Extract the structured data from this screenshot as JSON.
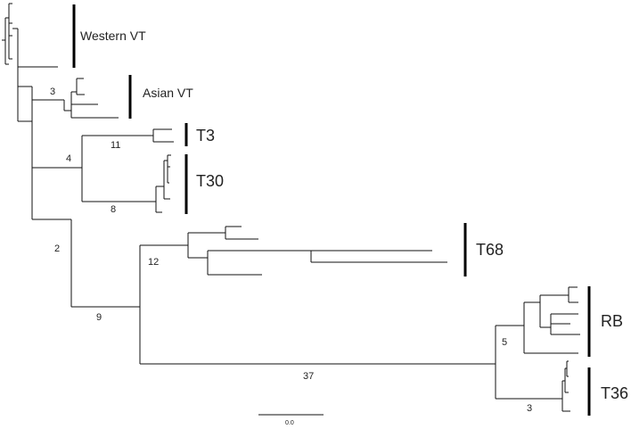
{
  "clades": {
    "western_vt": "Western VT",
    "asian_vt": "Asian VT",
    "t3": "T3",
    "t30": "T30",
    "t68": "T68",
    "rb": "RB",
    "t36": "T36"
  },
  "support_values": {
    "asian_vt_node": "3",
    "t3_t30_node": "4",
    "t3_branch": "11",
    "t30_branch": "8",
    "basal_node": "2",
    "t68_node": "12",
    "t68_rb_t36_branch": "9",
    "rb_t36_branch": "37",
    "rb_node": "5",
    "t36_branch": "3"
  },
  "scale_bar": {
    "label": "0.0"
  }
}
